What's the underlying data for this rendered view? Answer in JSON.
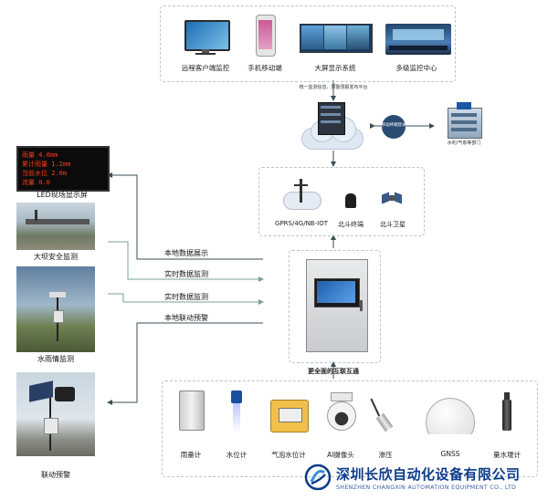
{
  "top_panel": {
    "items": [
      {
        "label": "远程客户端监控",
        "icon": "desktop-monitor-icon"
      },
      {
        "label": "手机移动端",
        "icon": "smartphone-icon"
      },
      {
        "label": "大屏显示系统",
        "icon": "video-wall-icon"
      },
      {
        "label": "多级监控中心",
        "icon": "control-room-icon"
      }
    ],
    "platform_caption": "统一监测信息、预警预报发布平台"
  },
  "cloud_link": {
    "badge": "移动终端登录",
    "building_caption": "水利/气象等部门"
  },
  "comm_panel": {
    "items": [
      "GPRS/4G/NB-IOT",
      "北斗终端",
      "北斗卫星"
    ]
  },
  "left_panels": [
    {
      "caption": "LED现场显示屏",
      "led_lines": [
        "雨量 4.0mm",
        "累计雨量 1.2mm",
        "当前水位 2.0m",
        "流量 0.0"
      ]
    },
    {
      "caption": "大坝安全监测"
    },
    {
      "caption": "水雨情监测"
    },
    {
      "caption": "联动预警"
    }
  ],
  "flow_labels": [
    "本地数据展示",
    "实时数据监测",
    "实时数据监测",
    "本地联动预警"
  ],
  "interconnect_caption": "更全面的互联互通",
  "sensors": [
    {
      "label": "雨量计",
      "icon": "rain-gauge-icon"
    },
    {
      "label": "水位计",
      "icon": "water-level-sensor-icon"
    },
    {
      "label": "气泡水位计",
      "icon": "bubble-level-gauge-icon"
    },
    {
      "label": "AI摄像头",
      "icon": "dome-camera-icon"
    },
    {
      "label": "渗压",
      "icon": "piezometer-icon"
    },
    {
      "label": "GNSS",
      "icon": "gnss-antenna-icon"
    },
    {
      "label": "量水堰计",
      "icon": "weir-gauge-icon"
    }
  ],
  "company": {
    "name_cn": "深圳长欣自动化设备有限公司",
    "name_en": "SHENZHEN CHANGXIN AUTOMATION EQUIPMENT CO., LTD",
    "logo": "changxin-logo-icon"
  },
  "colors": {
    "arrow": "#3a4e55",
    "dash": "#b9c6c9",
    "brand": "#0d3b8a",
    "led_text": "#ff3a1a"
  }
}
